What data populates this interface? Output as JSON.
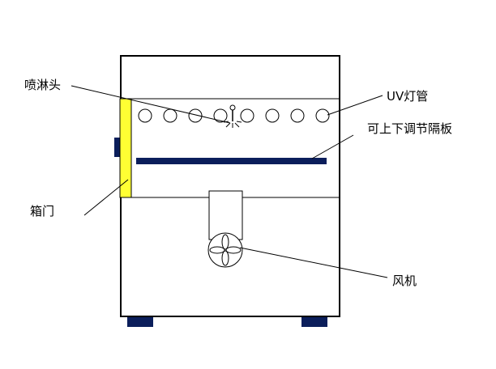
{
  "labels": {
    "nozzle": "喷淋头",
    "uv_lamp": "UV灯管",
    "partition": "可上下调节隔板",
    "door": "箱门",
    "fan": "风机"
  },
  "colors": {
    "outline": "#000000",
    "door": "#ffff33",
    "partition": "#0b1e5b",
    "feet": "#0b1e5b",
    "handle": "#0b1e5b",
    "background": "#ffffff"
  },
  "icons": {
    "fan": "fan-icon",
    "nozzle": "spray-nozzle-icon",
    "lamp": "uv-lamp-icon"
  }
}
